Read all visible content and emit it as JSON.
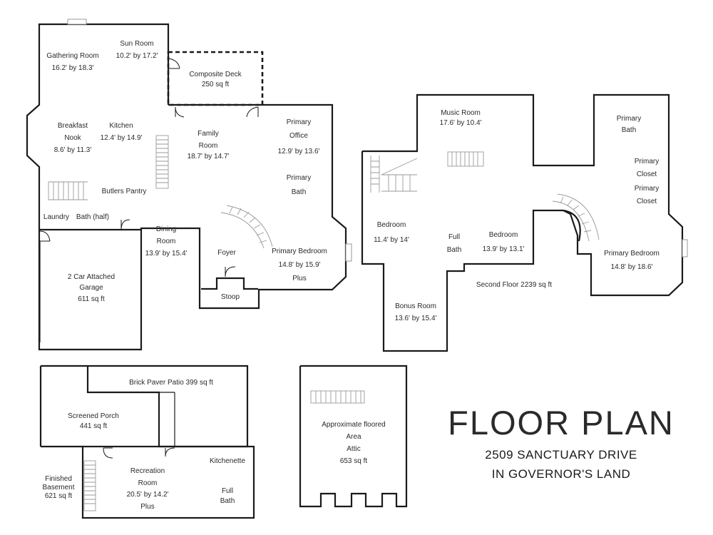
{
  "labels": {
    "gathering_room": "Gathering Room",
    "gathering_room_dim": "16.2' by 18.3'",
    "sun_room": "Sun Room",
    "sun_room_dim": "10.2' by 17.2'",
    "composite_deck": "Composite Deck",
    "composite_deck_size": "250 sq ft",
    "breakfast": "Breakfast",
    "nook": "Nook",
    "breakfast_dim": "8.6' by 11.3'",
    "kitchen": "Kitchen",
    "kitchen_dim": "12.4' by 14.9'",
    "family": "Family",
    "room": "Room",
    "family_dim": "18.7' by 14.7'",
    "primary": "Primary",
    "office": "Office",
    "office_dim": "12.9' by 13.6'",
    "bath": "Bath",
    "butlers_pantry": "Butlers Pantry",
    "laundry": "Laundry",
    "bath_half": "Bath (half)",
    "dining": "Dining",
    "dining_dim": "13.9' by 15.4'",
    "foyer": "Foyer",
    "primary_bedroom": "Primary Bedroom",
    "primary_bedroom_dim": "14.8' by 15.9'",
    "plus": "Plus",
    "stoop": "Stoop",
    "garage_line1": "2 Car Attached",
    "garage_line2": "Garage",
    "garage_size": "611 sq ft",
    "music_room": "Music Room",
    "music_room_dim": "17.6' by 10.4'",
    "closet": "Closet",
    "bedroom": "Bedroom",
    "bedroom_a_dim": "11.4' by 14'",
    "full": "Full",
    "bedroom_b_dim": "13.9' by 13.1'",
    "primary_bedroom2_dim": "14.8' by 18.6'",
    "bonus_room": "Bonus Room",
    "bonus_room_dim": "13.6' by 15.4'",
    "second_floor": "Second Floor 2239 sq ft",
    "brick_patio": "Brick Paver Patio 399 sq ft",
    "screened_porch": "Screened Porch",
    "screened_porch_size": "441 sq ft",
    "recreation": "Recreation",
    "recreation_dim": "20.5' by 14.2'",
    "kitchenette": "Kitchenette",
    "finished": "Finished",
    "basement": "Basement",
    "basement_size": "621 sq ft",
    "approx_floored": "Approximate floored",
    "area": "Area",
    "attic": "Attic",
    "attic_size": "653 sq ft"
  },
  "title": {
    "heading": "FLOOR PLAN",
    "address_line1": "2509 SANCTUARY DRIVE",
    "address_line2": "IN GOVERNOR'S LAND"
  }
}
